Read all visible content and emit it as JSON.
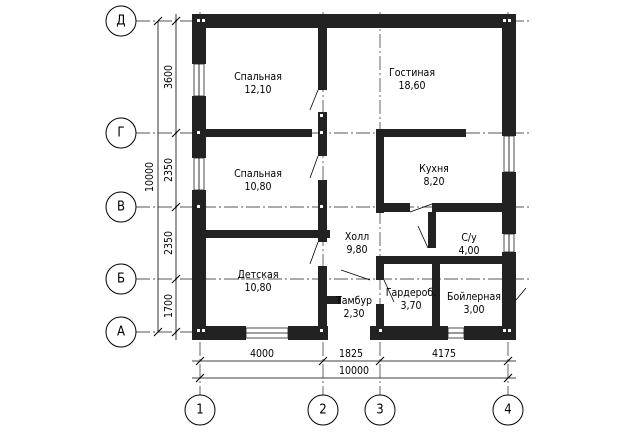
{
  "rooms": [
    {
      "name": "Спальная",
      "area": "12,10"
    },
    {
      "name": "Гостиная",
      "area": "18,60"
    },
    {
      "name": "Спальная",
      "area": "10,80"
    },
    {
      "name": "Кухня",
      "area": "8,20"
    },
    {
      "name": "Холл",
      "area": "9,80"
    },
    {
      "name": "С/у",
      "area": "4,00"
    },
    {
      "name": "Детская",
      "area": "10,80"
    },
    {
      "name": "Тамбур",
      "area": "2,30"
    },
    {
      "name": "Гардероб.",
      "area": "3,70"
    },
    {
      "name": "Бойлерная",
      "area": "3,00"
    }
  ],
  "row_axes": [
    "Д",
    "Г",
    "В",
    "Б",
    "А"
  ],
  "column_axes": [
    "1",
    "2",
    "3",
    "4"
  ],
  "dimensions": {
    "vertical_segments": [
      "3600",
      "2350",
      "2350",
      "1700"
    ],
    "vertical_total": "10000",
    "horizontal_segments": [
      "4000",
      "1825",
      "4175"
    ],
    "horizontal_total": "10000"
  }
}
